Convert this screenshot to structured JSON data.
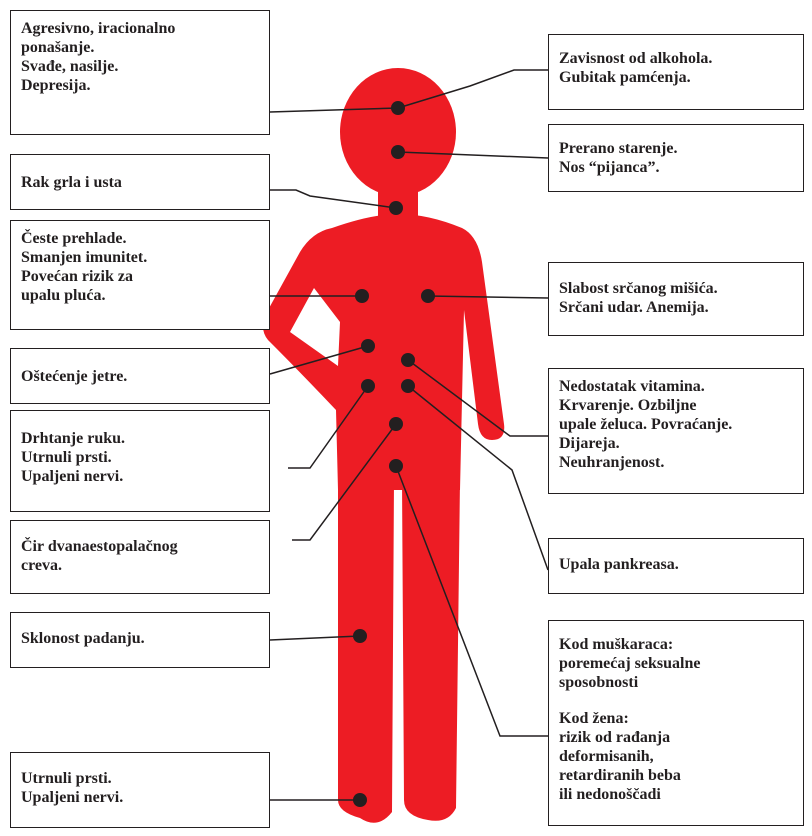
{
  "colors": {
    "body": "#ed1c24",
    "dot": "#231f20",
    "line": "#231f20",
    "border": "#231f20"
  },
  "left_boxes": [
    {
      "id": "head",
      "lines": [
        "Agresivno, iracionalno",
        "ponašanje.",
        "Svađe, nasilje.",
        "Depresija."
      ]
    },
    {
      "id": "throat",
      "lines": [
        "Rak grla i usta"
      ]
    },
    {
      "id": "lungs",
      "lines": [
        "Česte prehlade.",
        "Smanjen imunitet.",
        "Povećan rizik za",
        "upalu pluća."
      ]
    },
    {
      "id": "liver",
      "lines": [
        "Oštećenje jetre."
      ]
    },
    {
      "id": "nerves_hands",
      "lines": [
        "Drhtanje ruku.",
        "Utrnuli prsti.",
        "Upaljeni nervi."
      ]
    },
    {
      "id": "duodenum",
      "lines": [
        "Čir dvanaestopalačnog",
        "creva."
      ]
    },
    {
      "id": "falling",
      "lines": [
        "Sklonost padanju."
      ]
    },
    {
      "id": "feet",
      "lines": [
        "Utrnuli prsti.",
        "Upaljeni nervi."
      ]
    }
  ],
  "right_boxes": [
    {
      "id": "alcohol",
      "lines": [
        "Zavisnost od alkohola.",
        "Gubitak pamćenja."
      ]
    },
    {
      "id": "aging",
      "lines": [
        "Prerano starenje.",
        "Nos “pijanca”."
      ]
    },
    {
      "id": "heart",
      "lines": [
        "Slabost srčanog mišića.",
        "Srčani udar. Anemija."
      ]
    },
    {
      "id": "stomach",
      "lines": [
        "Nedostatak vitamina.",
        "Krvarenje. Ozbiljne",
        "upale želuca. Povraćanje.",
        "Dijareja.",
        "Neuhranjenost."
      ]
    },
    {
      "id": "pancreas",
      "lines": [
        "Upala pankreasa."
      ]
    },
    {
      "id": "reproduction",
      "lines": [
        "Kod muškaraca:",
        "poremećaj seksualne",
        "sposobnosti",
        "",
        "Kod žena:",
        "rizik od rađanja",
        "deformisanih,",
        "retardiranih beba",
        "ili nedonoščadi"
      ]
    }
  ]
}
